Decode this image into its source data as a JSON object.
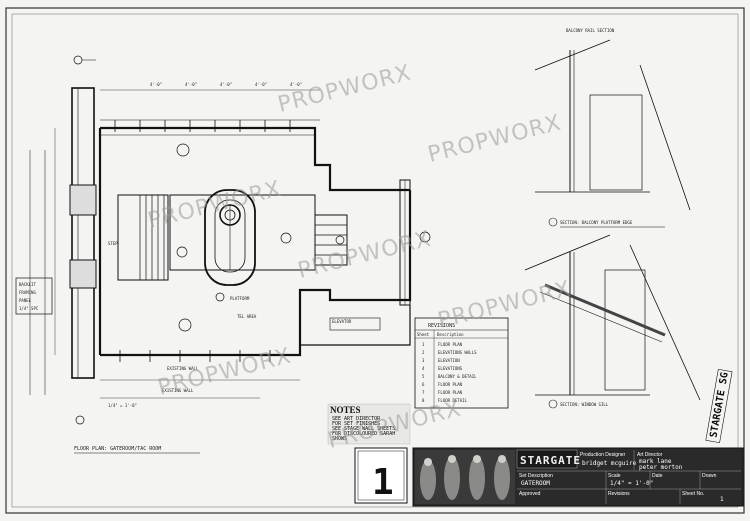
{
  "watermark": "PROPWORX",
  "plan": {
    "title": "FLOOR PLAN: GATEROOM/TAC ROOM",
    "sheet_number": "1"
  },
  "notes": {
    "title": "NOTES",
    "lines": [
      "SEE ART DIRECTOR",
      "FOR SET FINISHES",
      "SEE STAGE WALL SHEETS",
      "FOR DISCOLOURED SARAH",
      "SHOWS"
    ]
  },
  "legend": {
    "title": "REVISIONS",
    "headers": [
      "Sheet",
      "Description"
    ],
    "rows": [
      [
        "1",
        "FLOOR PLAN"
      ],
      [
        "2",
        "ELEVATIONS WALLS"
      ],
      [
        "3",
        "ELEVATION"
      ],
      [
        "4",
        "ELEVATIONS"
      ],
      [
        "5",
        "BALCONY & DETAIL"
      ],
      [
        "6",
        "FLOOR PLAN"
      ],
      [
        "7",
        "FLOOR PLAN"
      ],
      [
        "8",
        "FLOOR DETAIL"
      ]
    ]
  },
  "details": {
    "top_label": "BALCONY RAIL SECTION",
    "mid_label": "SECTION: BALCONY PLATFORM EDGE",
    "bottom_label": "SECTION: WINDOW SILL"
  },
  "vertical_stamp": "STARGATE SG",
  "title_block": {
    "logo": "STARGATE",
    "production_designer_label": "Production Designer",
    "production_designer": "bridget mcguire",
    "art_director_label": "Art Director",
    "art_director": "mark lane",
    "art_director_2": "peter morton",
    "set_description_label": "Set Description",
    "set_description": "GATEROOM",
    "scale_label": "Scale",
    "scale": "1/4\" = 1'-0\"",
    "date_label": "Date",
    "date": "",
    "drawn_label": "Drawn",
    "drawn": "",
    "approved_label": "Approved",
    "approved": "",
    "revisions_label": "Revisions",
    "revisions": "",
    "sheet_label": "Sheet No.",
    "sheet": "1"
  }
}
